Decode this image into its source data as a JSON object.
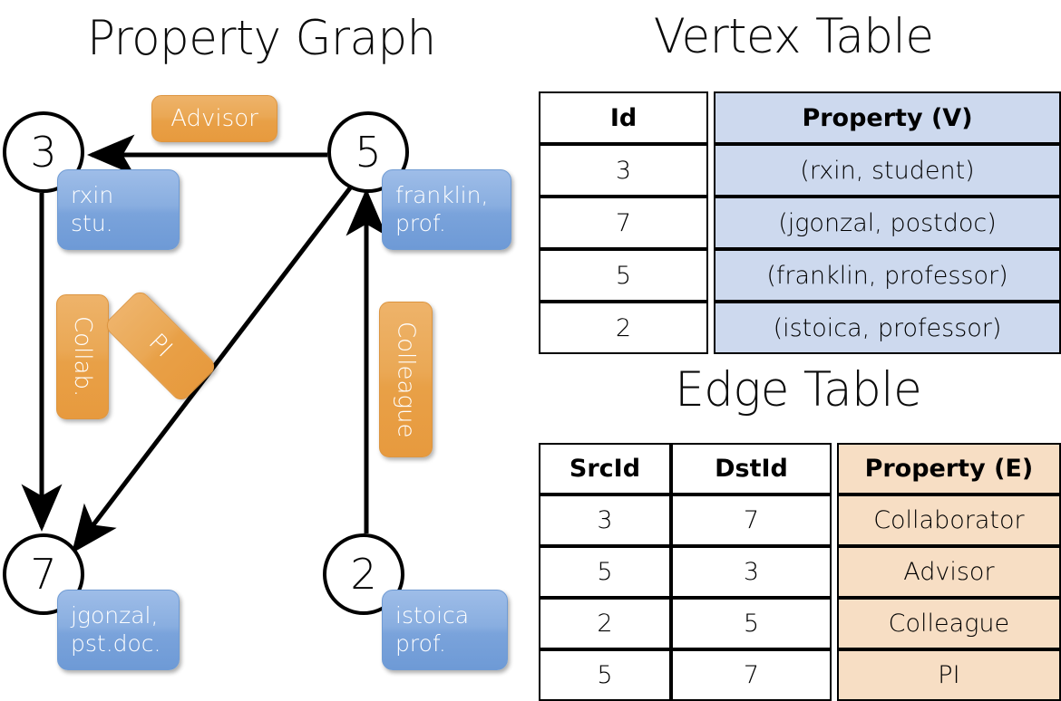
{
  "titles": {
    "property_graph": "Property Graph",
    "vertex_table": "Vertex Table",
    "edge_table": "Edge Table"
  },
  "colors": {
    "vertex_chip": "#7aa3db",
    "edge_chip": "#e8a047",
    "vertex_table_fill": "#cdd9ee",
    "edge_table_fill": "#f7dec4",
    "stroke": "#000000"
  },
  "graph": {
    "vertices": [
      {
        "id": "3",
        "property_line1": "rxin",
        "property_line2": "stu."
      },
      {
        "id": "5",
        "property_line1": "franklin,",
        "property_line2": "prof."
      },
      {
        "id": "7",
        "property_line1": "jgonzal,",
        "property_line2": "pst.doc."
      },
      {
        "id": "2",
        "property_line1": "istoica",
        "property_line2": "prof."
      }
    ],
    "edge_labels": [
      {
        "name": "advisor",
        "text": "Advisor"
      },
      {
        "name": "collab",
        "text": "Collab."
      },
      {
        "name": "pi",
        "text": "PI"
      },
      {
        "name": "colleague",
        "text": "Colleague"
      }
    ]
  },
  "vertex_table": {
    "headers": [
      "Id",
      "Property (V)"
    ],
    "rows": [
      {
        "id": "3",
        "property": "(rxin, student)"
      },
      {
        "id": "7",
        "property": "(jgonzal, postdoc)"
      },
      {
        "id": "5",
        "property": "(franklin, professor)"
      },
      {
        "id": "2",
        "property": "(istoica, professor)"
      }
    ]
  },
  "edge_table": {
    "headers": [
      "SrcId",
      "DstId",
      "Property (E)"
    ],
    "rows": [
      {
        "src": "3",
        "dst": "7",
        "property": "Collaborator"
      },
      {
        "src": "5",
        "dst": "3",
        "property": "Advisor"
      },
      {
        "src": "2",
        "dst": "5",
        "property": "Colleague"
      },
      {
        "src": "5",
        "dst": "7",
        "property": "PI"
      }
    ]
  }
}
